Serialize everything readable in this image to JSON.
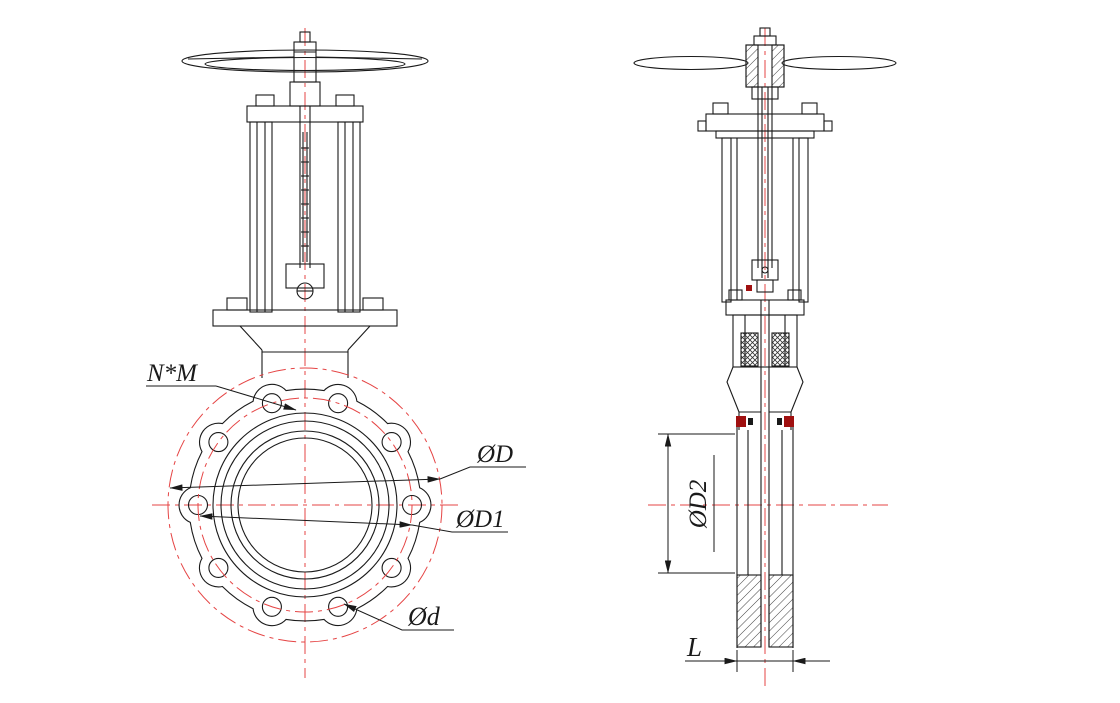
{
  "drawing": {
    "front_view": {
      "labels": {
        "bolt_pattern": "N*M",
        "flange_outer_diameter": "ØD",
        "bolt_circle_diameter": "ØD1",
        "bolt_hole_diameter": "Ød"
      }
    },
    "side_view": {
      "labels": {
        "bore_diameter": "ØD2",
        "body_width": "L"
      }
    },
    "colors": {
      "outline": "#1a1a1a",
      "centerline": "#e54444",
      "seal": "#a01010",
      "background": "#ffffff"
    }
  }
}
